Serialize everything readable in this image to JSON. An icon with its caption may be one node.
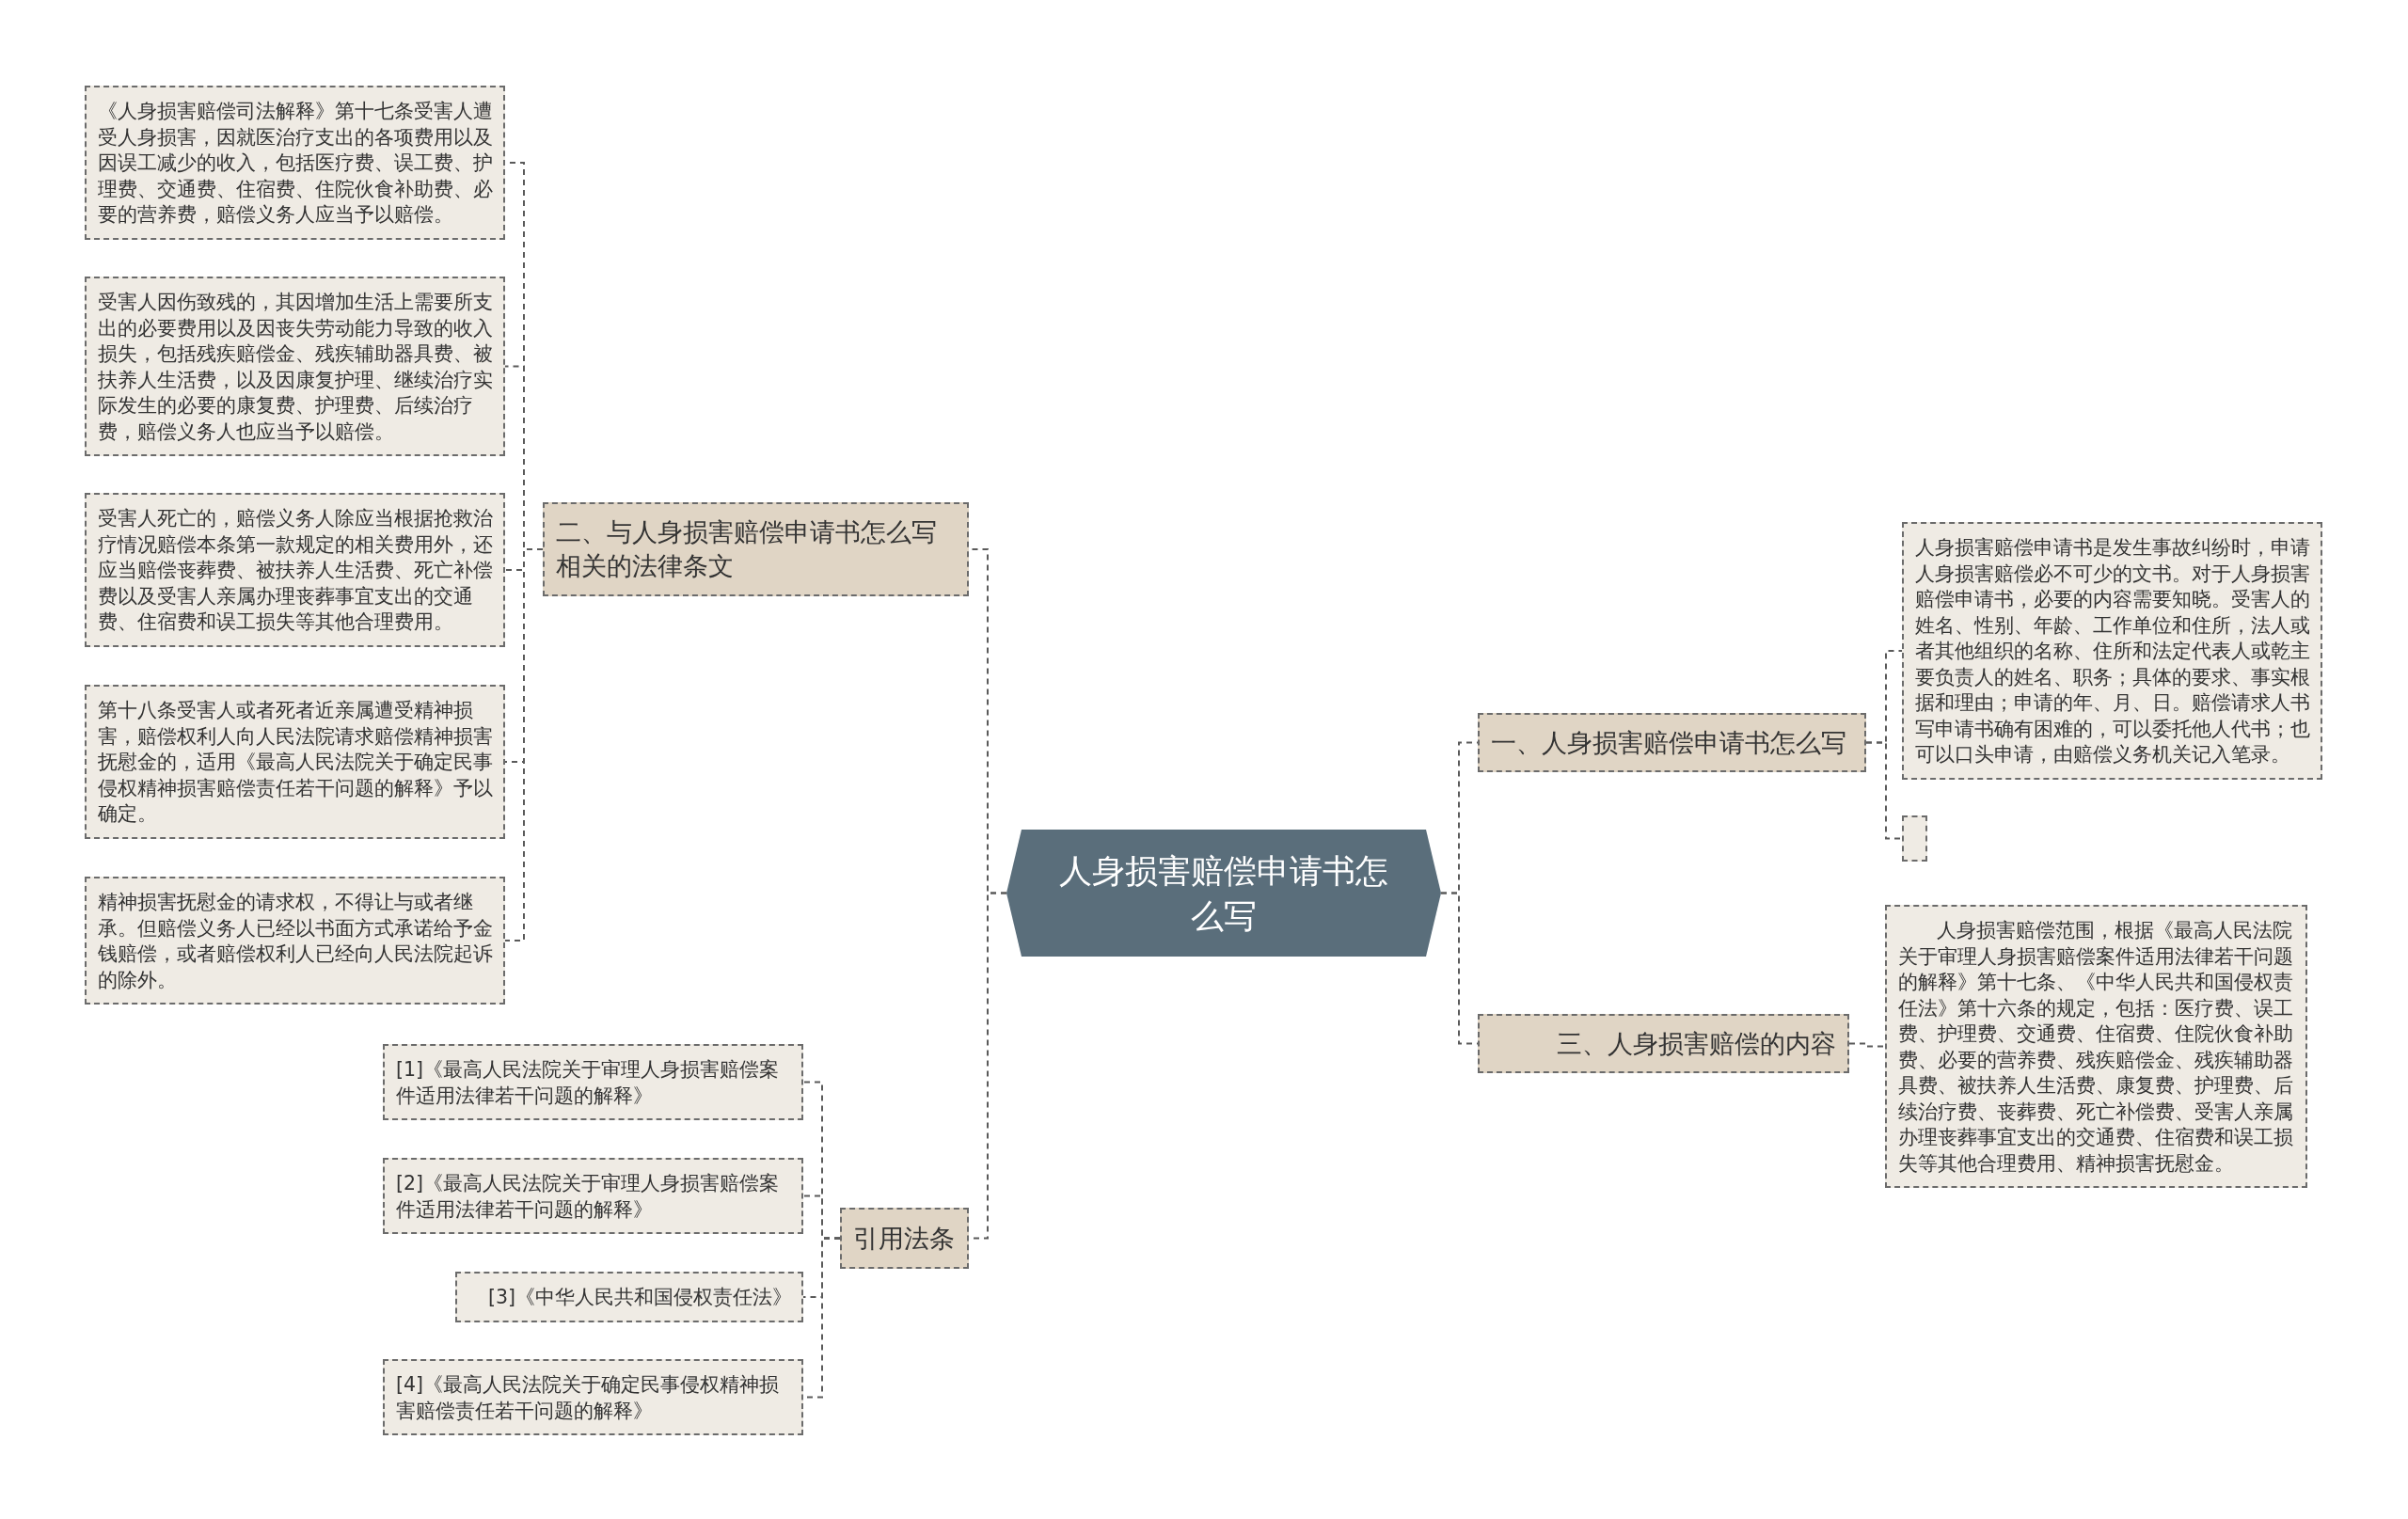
{
  "diagram": {
    "nodes": [
      {
        "text": [
          "人身损害赔偿申请书怎么写"
        ]
      },
      {
        "text": [
          "二、与人身损害赔偿申请书怎么写相关的法律条文"
        ]
      },
      {
        "text": [
          "《人身损害赔偿司法解释》第十七条受害人遭受人身损害，因就医治疗支出的各项费用以及因误工减少的收入，包括医疗费、误工费、护理费、交通费、住宿费、住院伙食补助费、必要的营养费，赔偿义务人应当予以赔偿。"
        ]
      },
      {
        "text": [
          "受害人因伤致残的，其因增加生活上需要所支出的必要费用以及因丧失劳动能力导致的收入损失，包括残疾赔偿金、残疾辅助器具费、被扶养人生活费，以及因康复护理、继续治疗实际发生的必要的康复费、护理费、后续治疗费，赔偿义务人也应当予以赔偿。"
        ]
      },
      {
        "text": [
          "受害人死亡的，赔偿义务人除应当根据抢救治疗情况赔偿本条第一款规定的相关费用外，还应当赔偿丧葬费、被扶养人生活费、死亡补偿费以及受害人亲属办理丧葬事宜支出的交通费、住宿费和误工损失等其他合理费用。"
        ]
      },
      {
        "text": [
          "第十八条受害人或者死者近亲属遭受精神损害，赔偿权利人向人民法院请求赔偿精神损害抚慰金的，适用《最高人民法院关于确定民事侵权精神损害赔偿责任若干问题的解释》予以确定。"
        ]
      },
      {
        "text": [
          "精神损害抚慰金的请求权，不得让与或者继承。但赔偿义务人已经以书面方式承诺给予金钱赔偿，或者赔偿权利人已经向人民法院起诉的除外。"
        ]
      },
      {
        "text": [
          "一、人身损害赔偿申请书怎么写"
        ]
      },
      {
        "text": [
          "人身损害赔偿申请书是发生事故纠纷时，申请人身损害赔偿必不可少的文书。对于人身损害赔偿申请书，必要的内容需要知晓。受害人的姓名、性别、年龄、工作单位和住所，法人或者其他组织的名称、住所和法定代表人或乾主要负责人的姓名、职务；具体的要求、事实根据和理由；申请的年、月、日。赔偿请求人书写申请书确有困难的，可以委托他人代书；也可以口头申请，由赔偿义务机关记入笔录。"
        ]
      },
      {
        "text": [],
        "shape": "box"
      },
      {
        "text": [
          "三、人身损害赔偿的内容"
        ]
      },
      {
        "text": [
          "人身损害赔偿范围，根据《最高人民法院关于审理人身损害赔偿案件适用法律若干问题的解释》第十七条、《中华人民共和国侵权责任法》第十六条的规定，包括：医疗费、误工费、护理费、交通费、住宿费、住院伙食补助费、必要的营养费、残疾赔偿金、残疾辅助器具费、被扶养人生活费、康复费、护理费、后续治疗费、丧葬费、死亡补偿费、受害人亲属办理丧葬事宜支出的交通费、住宿费和误工损失等其他合理费用、精神损害抚慰金。"
        ]
      },
      {
        "text": [
          "引用法条"
        ]
      },
      {
        "text": [
          "[1]《最高人民法院关于审理人身损害赔偿案件适用法律若干问题的解释》"
        ]
      },
      {
        "text": [
          "[2]《最高人民法院关于审理人身损害赔偿案件适用法律若干问题的解释》"
        ]
      },
      {
        "text": [
          "[3]《中华人民共和国侵权责任法》"
        ]
      },
      {
        "text": [
          "[4]《最高人民法院关于确定民事侵权精神损害赔偿责任若干问题的解释》"
        ]
      }
    ],
    "edges": [
      {
        "from": 0,
        "to": 1,
        "arrow": "none"
      },
      {
        "from": 1,
        "to": 2,
        "arrow": "none"
      },
      {
        "from": 1,
        "to": 3,
        "arrow": "none"
      },
      {
        "from": 1,
        "to": 4,
        "arrow": "none"
      },
      {
        "from": 1,
        "to": 5,
        "arrow": "none"
      },
      {
        "from": 1,
        "to": 6,
        "arrow": "none"
      },
      {
        "from": 0,
        "to": 7,
        "arrow": "none"
      },
      {
        "from": 7,
        "to": 8,
        "arrow": "none"
      },
      {
        "from": 7,
        "to": 9,
        "arrow": "none"
      },
      {
        "from": 0,
        "to": 10,
        "arrow": "none"
      },
      {
        "from": 10,
        "to": 11,
        "arrow": "none"
      },
      {
        "from": 0,
        "to": 12,
        "arrow": "none"
      },
      {
        "from": 12,
        "to": 13,
        "arrow": "none"
      },
      {
        "from": 12,
        "to": 14,
        "arrow": "none"
      },
      {
        "from": 12,
        "to": 15,
        "arrow": "none"
      },
      {
        "from": 12,
        "to": 16,
        "arrow": "none"
      }
    ]
  }
}
